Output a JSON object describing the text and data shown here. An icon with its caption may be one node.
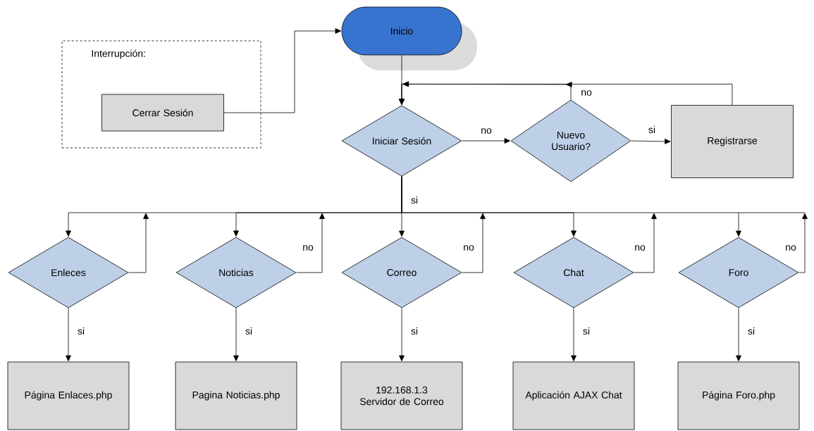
{
  "diagram": {
    "nodes": [
      {
        "text": [
          "Interrupción:"
        ]
      },
      {
        "text": [
          "Cerrar Sesión"
        ],
        "in": 0
      },
      {
        "text": [
          "Inicio"
        ]
      },
      {
        "text": [
          "Iniciar Sesión"
        ]
      },
      {
        "text": [
          "Nuevo Usuario?"
        ]
      },
      {
        "text": [
          "Registrarse"
        ]
      },
      {
        "text": [
          "Enleces"
        ]
      },
      {
        "text": [
          "Noticias"
        ]
      },
      {
        "text": [
          "Correo"
        ]
      },
      {
        "text": [
          "Chat"
        ]
      },
      {
        "text": [
          "Foro"
        ]
      },
      {
        "text": [
          "Página Enlaces.php"
        ]
      },
      {
        "text": [
          "Pagina Noticias.php"
        ]
      },
      {
        "text": [
          "192.168.1.3 Servidor de Correo"
        ]
      },
      {
        "text": [
          "Aplicación AJAX Chat"
        ]
      },
      {
        "text": [
          "Página Foro.php"
        ]
      }
    ],
    "edges": [
      {
        "from": 1,
        "to": 2,
        "arrow": "to"
      },
      {
        "from": 2,
        "to": 3,
        "arrow": "to"
      },
      {
        "from": 3,
        "to": 4,
        "arrow": "to",
        "label": "no"
      },
      {
        "from": 4,
        "to": 5,
        "arrow": "to",
        "label": "si"
      },
      {
        "from": 4,
        "to": 3,
        "arrow": "to",
        "label": "no"
      },
      {
        "from": 5,
        "to": 3,
        "arrow": "to"
      },
      {
        "from": 3,
        "to": 6,
        "arrow": "to"
      },
      {
        "from": 3,
        "to": 7,
        "arrow": "to"
      },
      {
        "from": 3,
        "to": 8,
        "arrow": "to",
        "label": "si"
      },
      {
        "from": 3,
        "to": 9,
        "arrow": "to"
      },
      {
        "from": 3,
        "to": 10,
        "arrow": "to"
      },
      {
        "from": 6,
        "to": 11,
        "arrow": "to",
        "label": "si"
      },
      {
        "from": 7,
        "to": 12,
        "arrow": "to",
        "label": "si"
      },
      {
        "from": 8,
        "to": 13,
        "arrow": "to",
        "label": "si"
      },
      {
        "from": 9,
        "to": 14,
        "arrow": "to",
        "label": "si"
      },
      {
        "from": 10,
        "to": 15,
        "arrow": "to",
        "label": "si"
      },
      {
        "from": 6,
        "to": null,
        "arrow": "to"
      },
      {
        "from": 7,
        "to": null,
        "arrow": "to",
        "label": "no"
      },
      {
        "from": 8,
        "to": null,
        "arrow": "to",
        "label": "no"
      },
      {
        "from": 9,
        "to": null,
        "arrow": "to",
        "label": "no"
      },
      {
        "from": 10,
        "to": null,
        "arrow": "to",
        "label": "no"
      }
    ]
  }
}
